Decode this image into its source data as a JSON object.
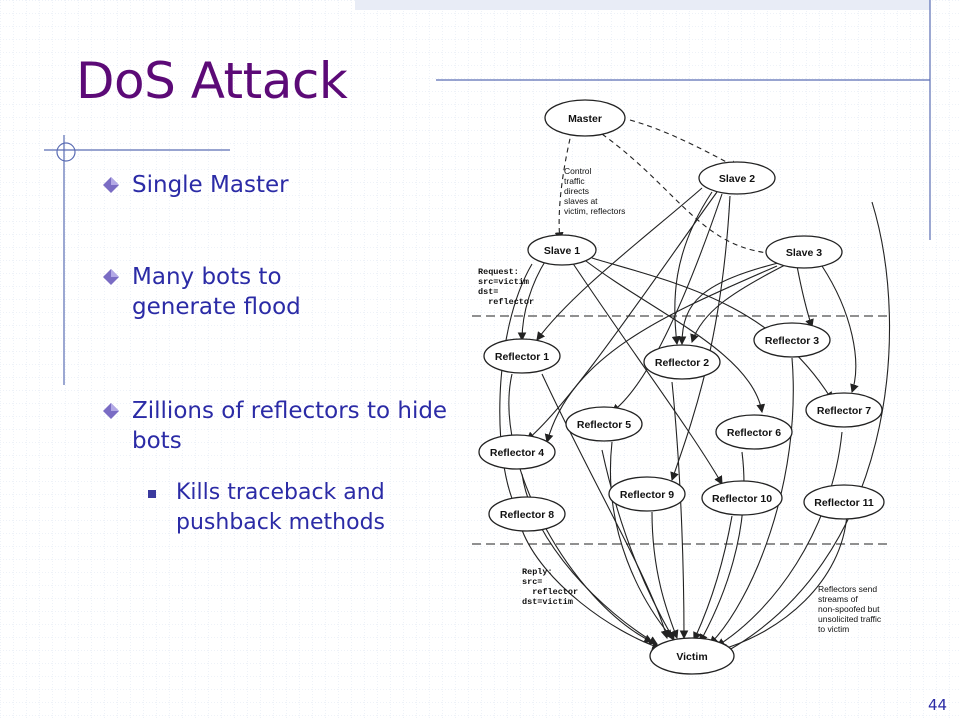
{
  "slide": {
    "title": "DoS Attack",
    "page_number": "44",
    "accent_color": "#5c0a77",
    "text_color": "#2b2ba6"
  },
  "bullets": [
    {
      "text": "Single Master",
      "level": 1
    },
    {
      "text": "Many bots to generate flood",
      "level": 1
    },
    {
      "text": "Zillions of reflectors to hide bots",
      "level": 1
    },
    {
      "text": "Kills traceback and pushback methods",
      "level": 2
    }
  ],
  "diagram": {
    "nodes": {
      "master": "Master",
      "slave2": "Slave 2",
      "slave1": "Slave 1",
      "slave3": "Slave 3",
      "r1": "Reflector 1",
      "r2": "Reflector 2",
      "r3": "Reflector 3",
      "r4": "Reflector 4",
      "r5": "Reflector 5",
      "r6": "Reflector 6",
      "r7": "Reflector 7",
      "r8": "Reflector 8",
      "r9": "Reflector 9",
      "r10": "Reflector 10",
      "r11": "Reflector 11",
      "victim": "Victim"
    },
    "annotations": {
      "control": [
        "Control",
        "traffic",
        "directs",
        "slaves at",
        "victim, reflectors"
      ],
      "request": [
        "Request:",
        "src=victim",
        "dst=",
        "  reflector"
      ],
      "reply": [
        "Reply:",
        "src=",
        "  reflector",
        "dst=victim"
      ],
      "streams": [
        "Reflectors send",
        "streams of",
        "non-spoofed but",
        "unsolicited traffic",
        "to victim"
      ]
    }
  }
}
